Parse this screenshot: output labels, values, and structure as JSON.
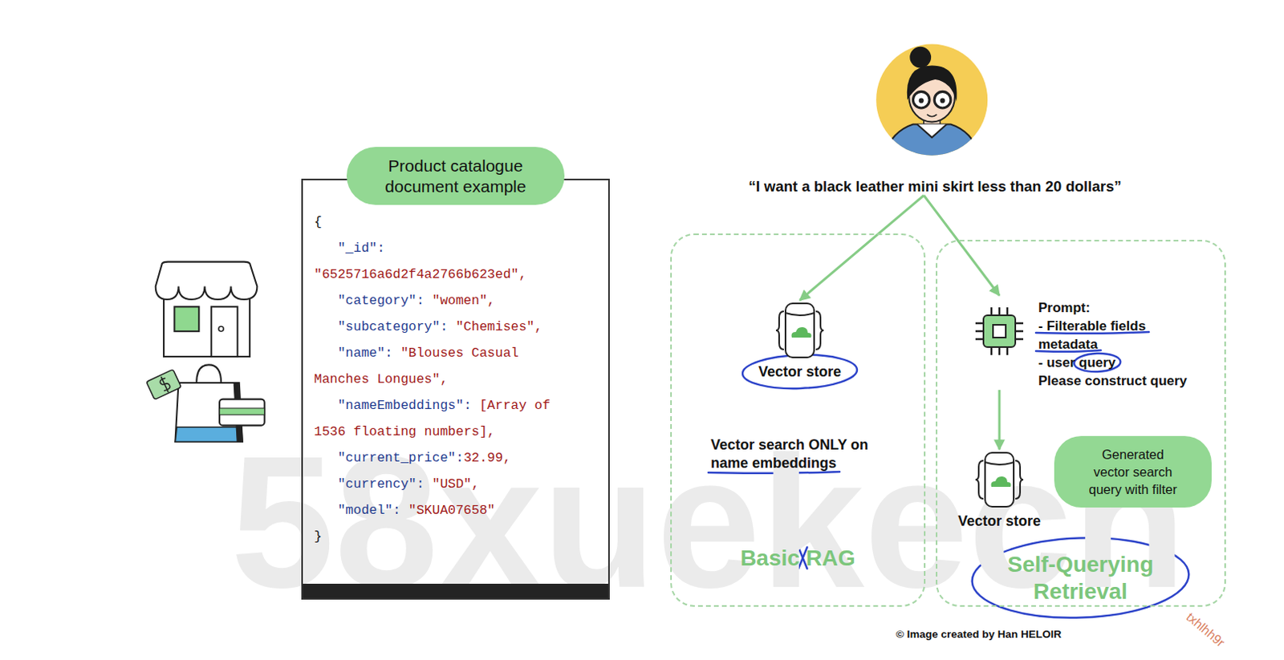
{
  "diagram": {
    "nodes": [
      {
        "text": [
          "Product catalogue document example",
          "{",
          "\"_id\":",
          "\"6525716a6d2f4a2766b623ed\",",
          "\"category\":",
          "\"women\",",
          "\"subcategory\":",
          "\"Chemises\",",
          "\"name\":",
          "\"Blouses Casual Manches Longues\",",
          "\"nameEmbeddings\":",
          "[Array of 1536 floating numbers],",
          "\"current_price\":",
          "32.99,",
          "\"currency\":",
          "\"USD\",",
          "\"model\":",
          "\"SKUA07658\"",
          "}"
        ]
      },
      {
        "text": [
          "“I want a black leather mini skirt less than 20 dollars”"
        ]
      },
      {
        "text": [
          "Vector search ONLY on name embeddings",
          "Basic RAG"
        ]
      },
      {
        "text": [
          "Vector store"
        ],
        "in": 2
      },
      {
        "text": [
          "Self-Querying Retrieval"
        ]
      },
      {
        "text": [
          "Prompt:",
          "- Filterable fields metadata",
          "- user query",
          "Please construct query"
        ],
        "in": 4
      },
      {
        "text": [
          "Vector store"
        ],
        "in": 4
      },
      {
        "text": [
          "Generated vector search query with filter"
        ],
        "in": 4
      }
    ],
    "edges": [
      {
        "from": 1,
        "to": 3,
        "arrow": "to"
      },
      {
        "from": 1,
        "to": 5,
        "arrow": "to"
      },
      {
        "from": 5,
        "to": 6,
        "arrow": "to"
      }
    ],
    "labels": [
      "© Image created by Han HELOIR",
      "58xuekecn",
      "txhlhh9r"
    ]
  }
}
